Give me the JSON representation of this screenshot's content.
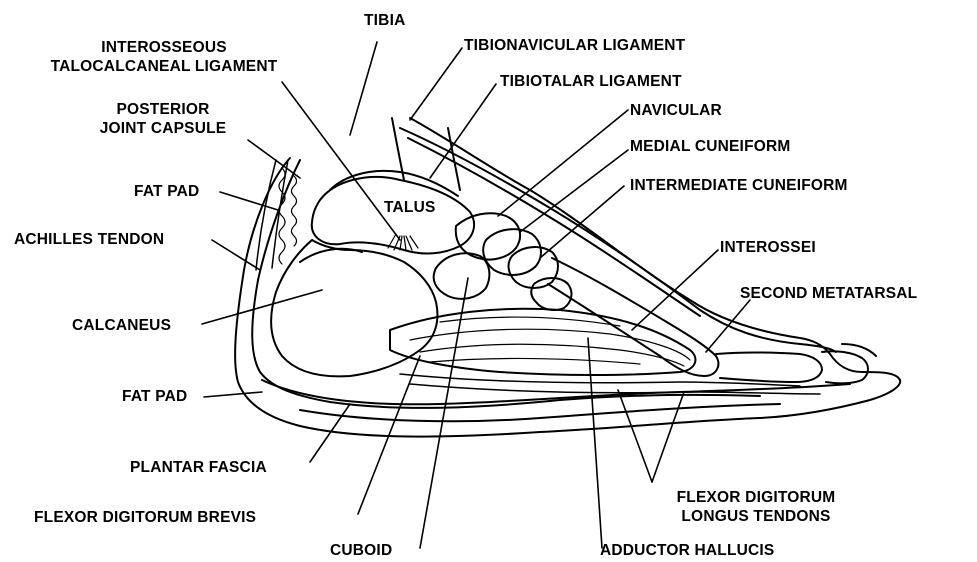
{
  "labels": {
    "tibia": "TIBIA",
    "interosseous_line1": "INTEROSSEOUS",
    "interosseous_line2": "TALOCALCANEAL LIGAMENT",
    "tibionavicular": "TIBIONAVICULAR LIGAMENT",
    "tibiotalar": "TIBIOTALAR LIGAMENT",
    "posterior_line1": "POSTERIOR",
    "posterior_line2": "JOINT CAPSULE",
    "navicular": "NAVICULAR",
    "medial_cuneiform": "MEDIAL CUNEIFORM",
    "fat_pad_upper": "FAT PAD",
    "intermediate_cuneiform": "INTERMEDIATE CUNEIFORM",
    "talus": "TALUS",
    "achilles_tendon": "ACHILLES TENDON",
    "interossei": "INTEROSSEI",
    "second_metatarsal": "SECOND METATARSAL",
    "calcaneus": "CALCANEUS",
    "fat_pad_lower": "FAT PAD",
    "plantar_fascia": "PLANTAR FASCIA",
    "fdl_line1": "FLEXOR DIGITORUM",
    "fdl_line2": "LONGUS TENDONS",
    "flexor_digitorum_brevis": "FLEXOR DIGITORUM BREVIS",
    "cuboid": "CUBOID",
    "adductor_hallucis": "ADDUCTOR HALLUCIS"
  },
  "colors": {
    "ink": "#000000",
    "paper": "#ffffff"
  }
}
